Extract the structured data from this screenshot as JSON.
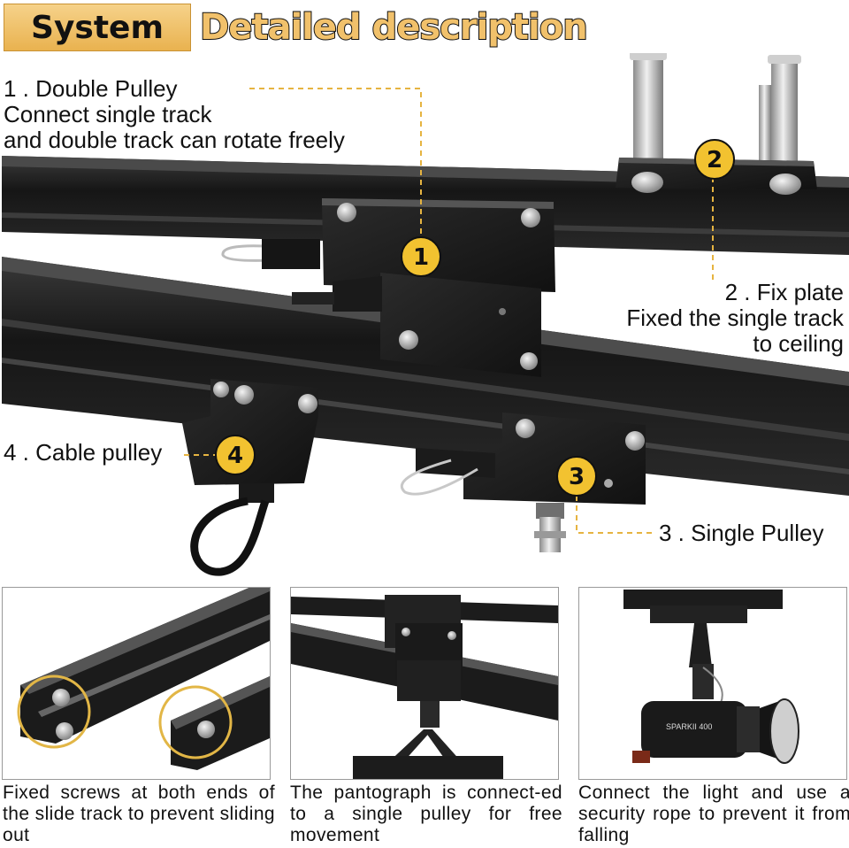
{
  "header": {
    "system_label": "System",
    "title": "Detailed description"
  },
  "callouts": [
    {
      "number": "1",
      "lines": [
        "1 . Double Pulley",
        "Connect single track",
        "and double track can rotate freely"
      ]
    },
    {
      "number": "2",
      "lines": [
        "2 . Fix plate",
        "Fixed the single track",
        "to ceiling"
      ]
    },
    {
      "number": "3",
      "lines": [
        "3 . Single Pulley"
      ]
    },
    {
      "number": "4",
      "lines": [
        "4 . Cable pulley"
      ]
    }
  ],
  "panels": [
    {
      "caption": "Fixed screws at both ends of the slide track to prevent sliding out"
    },
    {
      "caption": "The pantograph is connect-ed to a single pulley for free movement"
    },
    {
      "caption": "Connect the light and use a security rope to prevent it from falling"
    }
  ],
  "light_label": "SPARKII 400",
  "colors": {
    "badge_gold": "#e9b24f",
    "number_circle": "#f2c230",
    "leader_line": "#e6b441",
    "metal_dark": "#1c1c1c"
  }
}
